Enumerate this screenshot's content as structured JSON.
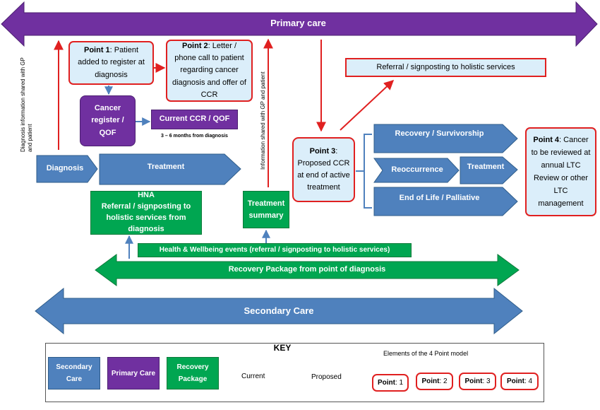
{
  "top_band": {
    "label": "Primary care",
    "color": "#7030a0"
  },
  "bottom_band": {
    "label": "Secondary Care",
    "color": "#4f81bd"
  },
  "recovery_band": {
    "label": "Recovery Package from point of diagnosis",
    "color": "#00a651"
  },
  "points": {
    "p1": {
      "bold": "Point 1",
      "text": ": Patient added to register at diagnosis"
    },
    "p2": {
      "bold": "Point 2",
      "text": ": Letter / phone call to patient regarding cancer diagnosis and offer of CCR"
    },
    "p3": {
      "bold": "Point 3",
      "text": ": Proposed CCR at end of active treatment"
    },
    "p4": {
      "bold": "Point 4",
      "text": ": Cancer to be reviewed at annual LTC Review or other LTC management"
    }
  },
  "referral_box": "Referral / signposting to holistic services",
  "cancer_register": "Cancer register / QOF",
  "current_ccr": "Current CCR / QOF",
  "ccr_timing": "3 – 6 months from diagnosis",
  "diagnosis": "Diagnosis",
  "treatment": "Treatment",
  "hna": {
    "line1": "HNA",
    "line2": "Referral / signposting to holistic services from diagnosis"
  },
  "treatment_summary": "Treatment summary",
  "hw_events": "Health & Wellbeing events (referral / signposting to holistic services)",
  "vertical_texts": {
    "diagnosis_info": "Diagnosis information shared with GP and patient",
    "info_shared": "Information shared with GP and patient"
  },
  "outcomes": {
    "recovery": "Recovery / Survivorship",
    "reoccurrence": "Reoccurrence",
    "reoccurrence_treatment": "Treatment",
    "end_of_life": "End of Life / Palliative"
  },
  "key": {
    "title": "KEY",
    "secondary": "Secondary Care",
    "primary": "Primary Care",
    "recovery": "Recovery Package",
    "current": "Current",
    "proposed": "Proposed",
    "elements_title": "Elements of the 4 Point model",
    "points": [
      {
        "bold": "Point",
        "num": ": 1"
      },
      {
        "bold": "Point",
        "num": ": 2"
      },
      {
        "bold": "Point",
        "num": ": 3"
      },
      {
        "bold": "Point",
        "num": ": 4"
      }
    ]
  },
  "colors": {
    "red_line": "#e02020",
    "blue_line": "#4f81bd",
    "point_fill": "#dbeefa"
  }
}
